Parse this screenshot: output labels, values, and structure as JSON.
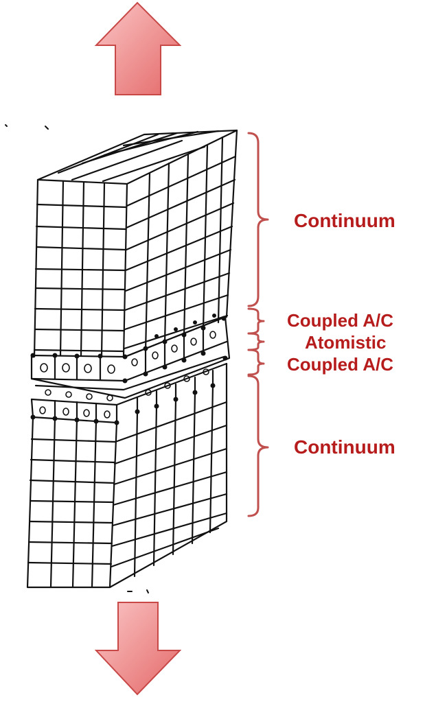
{
  "labels": {
    "continuum_top": "Continuum",
    "coupled_top": "Coupled A/C",
    "atomistic": "Atomistic",
    "coupled_bottom": "Coupled A/C",
    "continuum_bottom": "Continuum"
  },
  "arrows": {
    "up": "arrow-up-icon",
    "down": "arrow-down-icon"
  },
  "colors": {
    "label": "#b71c1c",
    "brace": "#c0504d",
    "arrow_fill_light": "#f7b4b4",
    "arrow_fill_dark": "#e46f6f",
    "arrow_stroke": "#c84848",
    "sketch": "#111111"
  }
}
